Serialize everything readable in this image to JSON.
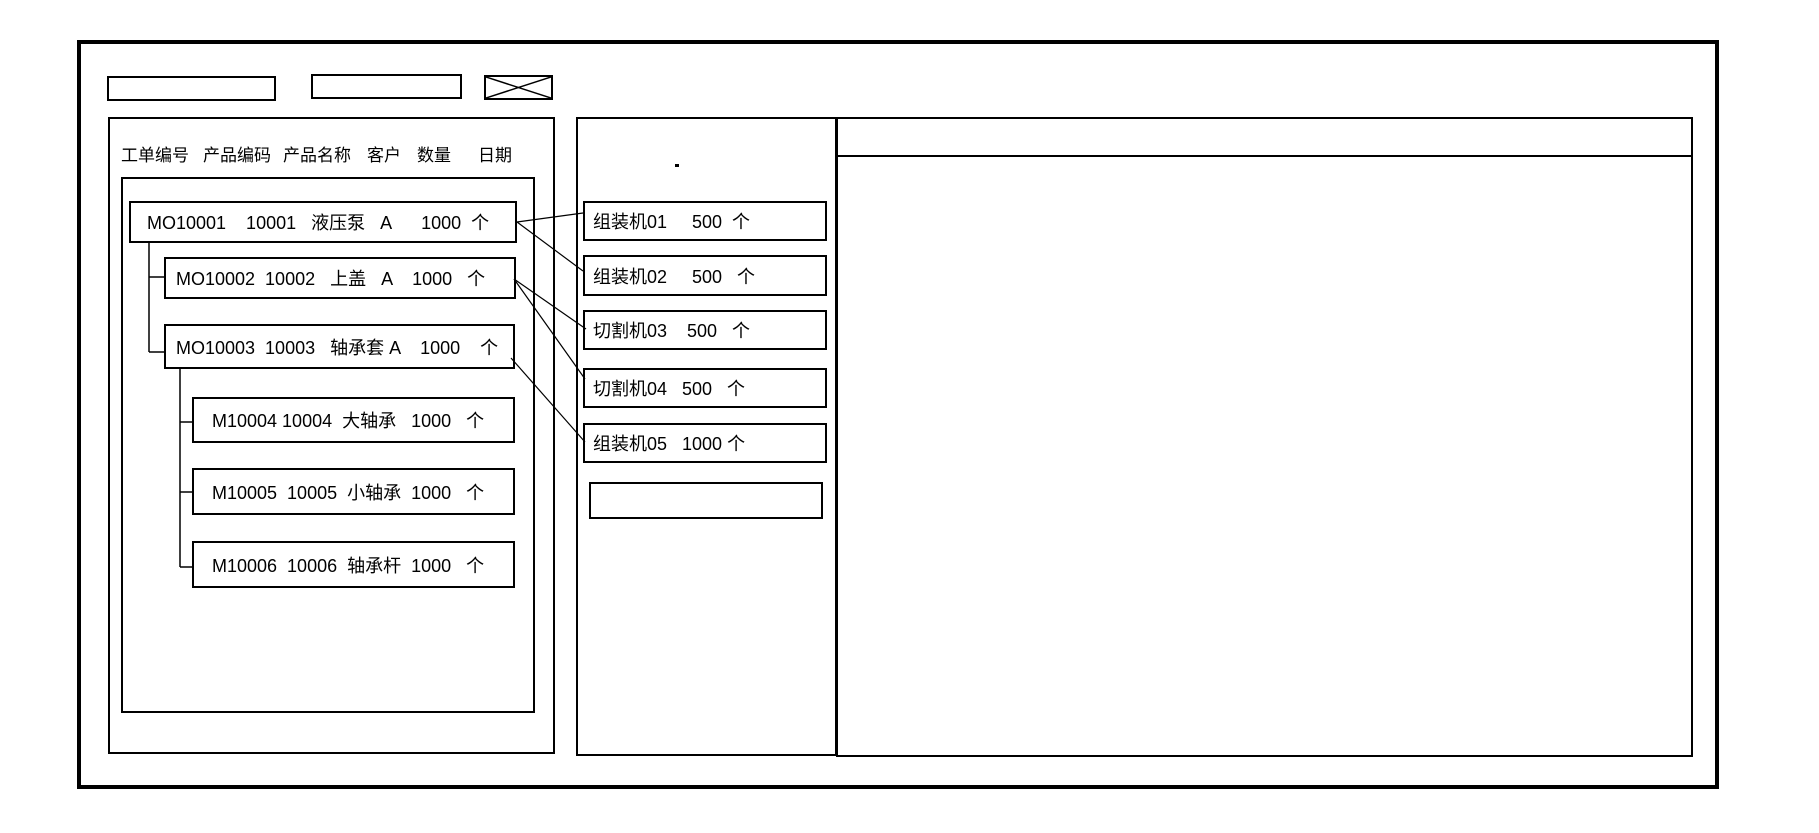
{
  "meta": {
    "line_color": "#000000",
    "background_color": "#ffffff",
    "style": "black-and-white wireframe mockup"
  },
  "toolbar": {
    "field1_value": "",
    "field2_value": "",
    "crossed_box_icon": "crossed-box-icon"
  },
  "order_panel": {
    "columns": [
      "工单编号",
      "产品编码",
      "产品名称",
      "客户",
      "数量",
      "日期"
    ],
    "orders": [
      {
        "text": "MO10001    10001   液压泵   A      1000  个",
        "order_no": "MO10001",
        "product_code": "10001",
        "product_name": "液压泵",
        "customer": "A",
        "qty": "1000",
        "unit": "个",
        "level": 0
      },
      {
        "text": "MO10002  10002   上盖   A    1000   个",
        "order_no": "MO10002",
        "product_code": "10002",
        "product_name": "上盖",
        "customer": "A",
        "qty": "1000",
        "unit": "个",
        "level": 1
      },
      {
        "text": "MO10003  10003   轴承套 A    1000    个",
        "order_no": "MO10003",
        "product_code": "10003",
        "product_name": "轴承套",
        "customer": "A",
        "qty": "1000",
        "unit": "个",
        "level": 1
      },
      {
        "text": "M10004 10004  大轴承   1000   个",
        "order_no": "M10004",
        "product_code": "10004",
        "product_name": "大轴承",
        "customer": "",
        "qty": "1000",
        "unit": "个",
        "level": 2
      },
      {
        "text": "M10005  10005  小轴承  1000   个",
        "order_no": "M10005",
        "product_code": "10005",
        "product_name": "小轴承",
        "customer": "",
        "qty": "1000",
        "unit": "个",
        "level": 2
      },
      {
        "text": "M10006  10006  轴承杆  1000   个",
        "order_no": "M10006",
        "product_code": "10006",
        "product_name": "轴承杆",
        "customer": "",
        "qty": "1000",
        "unit": "个",
        "level": 2
      }
    ]
  },
  "workcenter_panel": {
    "dot": ".",
    "items": [
      {
        "text": "组装机01     500  个",
        "name": "组装机01",
        "qty": "500",
        "unit": "个"
      },
      {
        "text": "组装机02     500   个",
        "name": "组装机02",
        "qty": "500",
        "unit": "个"
      },
      {
        "text": "切割机03    500   个",
        "name": "切割机03",
        "qty": "500",
        "unit": "个"
      },
      {
        "text": "切割机04   500   个",
        "name": "切割机04",
        "qty": "500",
        "unit": "个"
      },
      {
        "text": "组装机05   1000 个",
        "name": "组装机05",
        "qty": "1000",
        "unit": "个"
      },
      {
        "text": "",
        "name": "",
        "qty": "",
        "unit": ""
      }
    ]
  },
  "detail_panel": {
    "content": ""
  },
  "assignments": [
    {
      "from": "MO10001",
      "to": "组装机01"
    },
    {
      "from": "MO10001",
      "to": "组装机02"
    },
    {
      "from": "MO10002",
      "to": "切割机03"
    },
    {
      "from": "MO10002",
      "to": "切割机04"
    },
    {
      "from": "MO10003",
      "to": "组装机05"
    }
  ]
}
